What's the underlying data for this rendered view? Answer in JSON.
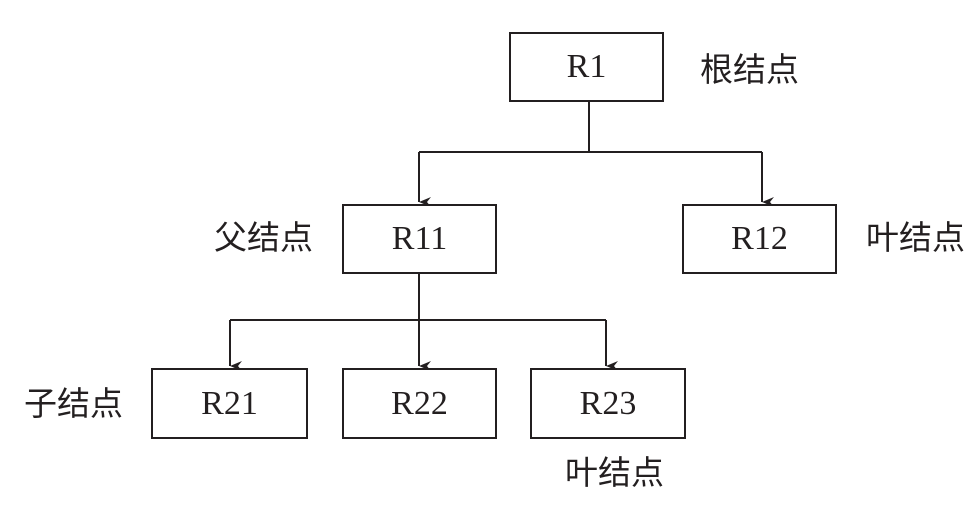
{
  "nodes": {
    "r1": "R1",
    "r11": "R11",
    "r12": "R12",
    "r21": "R21",
    "r22": "R22",
    "r23": "R23"
  },
  "labels": {
    "root": "根结点",
    "parent": "父结点",
    "leaf_r12": "叶结点",
    "child": "子结点",
    "leaf_r23": "叶结点"
  },
  "colors": {
    "line": "#231f20"
  }
}
